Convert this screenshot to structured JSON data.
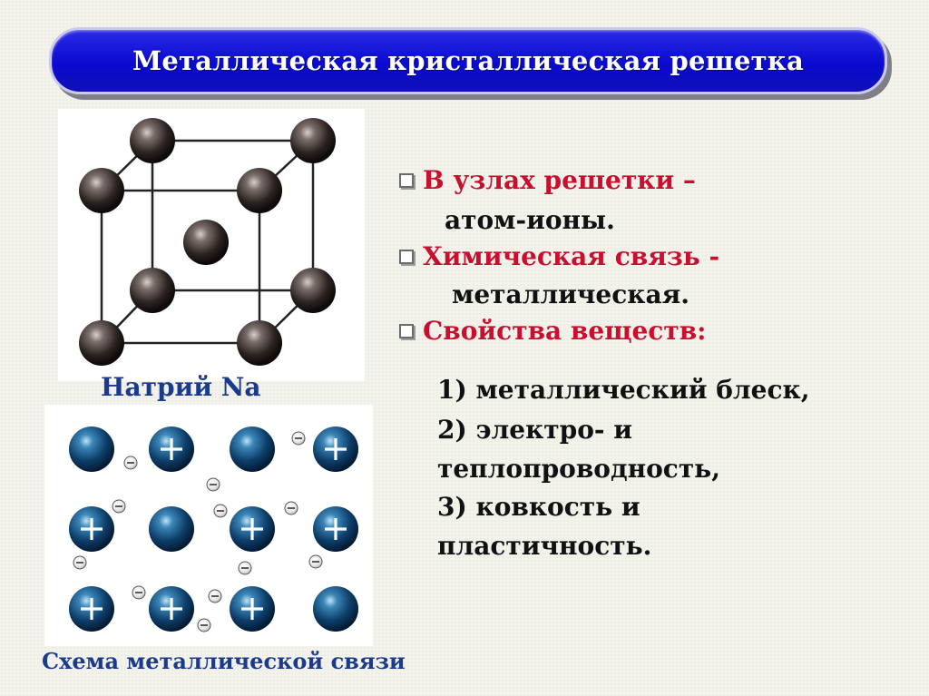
{
  "title": "Металлическая кристаллическая решетка",
  "cube_caption": "Натрий  Na",
  "scheme_caption": "Схема металлической связи",
  "bullets": [
    {
      "label": "В узлах решетки –",
      "continuation": "атом-ионы."
    },
    {
      "label": "Химическая связь -",
      "continuation": "металлическая."
    },
    {
      "label": "Свойства веществ:",
      "continuation": ""
    }
  ],
  "properties": [
    "1) металлический блеск,",
    "2) электро- и",
    "теплопроводность,",
    "3) ковкость и",
    "пластичность."
  ],
  "colors": {
    "title_bg": "#0a0ad0",
    "bullet_text": "#c8102e",
    "caption_text": "#1a3a8c",
    "body_text": "#111111"
  },
  "icons": {
    "bullet": "checkbox-square-icon",
    "cation": "plus-sign-icon",
    "electron": "minus-sign-icon"
  }
}
